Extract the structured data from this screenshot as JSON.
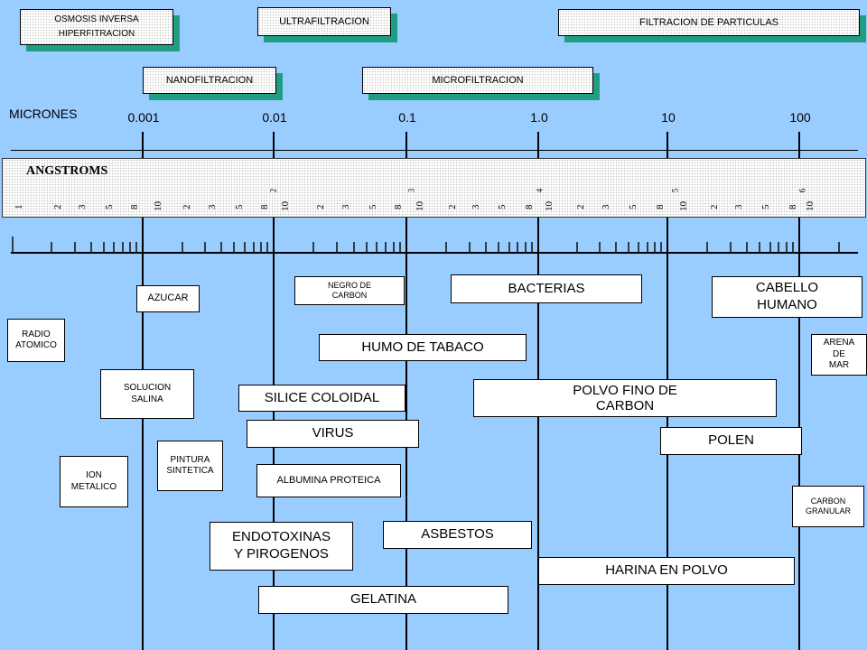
{
  "processes": {
    "osmosis_line1": "OSMOSIS INVERSA",
    "osmosis_line2": "HIPERFITRACION",
    "ultrafiltracion": "ULTRAFILTRACION",
    "filtracion_particulas": "FILTRACION DE PARTICULAS",
    "nanofiltracion": "NANOFILTRACION",
    "microfiltracion": "MICROFILTRACION"
  },
  "scale": {
    "micrones_label": "MICRONES",
    "micron_ticks": [
      "0.001",
      "0.01",
      "0.1",
      "1.0",
      "10",
      "100"
    ],
    "angstroms_label": "ANGSTROMS",
    "angstrom_digits": [
      "1",
      "2",
      "3",
      "5",
      "8",
      "10",
      "2",
      "3",
      "5",
      "8",
      "10",
      "2",
      "3",
      "5",
      "8",
      "10",
      "2",
      "3",
      "5",
      "8",
      "10",
      "2",
      "3",
      "5",
      "8",
      "10",
      "2",
      "3",
      "5",
      "8",
      "10"
    ],
    "angstrom_exponents": [
      "2",
      "3",
      "4",
      "5",
      "6"
    ]
  },
  "items": {
    "azucar": "AZUCAR",
    "negro_carbon_1": "NEGRO DE",
    "negro_carbon_2": "CARBON",
    "bacterias": "BACTERIAS",
    "cabello_1": "CABELLO",
    "cabello_2": "HUMANO",
    "radio_1": "RADIO",
    "radio_2": "ATOMICO",
    "humo": "HUMO DE TABACO",
    "arena_1": "ARENA",
    "arena_2": "DE",
    "arena_3": "MAR",
    "solucion_1": "SOLUCION",
    "solucion_2": "SALINA",
    "silice": "SILICE COLOIDAL",
    "polvo_1": "POLVO FINO DE",
    "polvo_2": "CARBON",
    "virus": "VIRUS",
    "polen": "POLEN",
    "pintura_1": "PINTURA",
    "pintura_2": "SINTETICA",
    "ion_1": "ION",
    "ion_2": "METALICO",
    "albumina": "ALBUMINA PROTEICA",
    "carbon_gran_1": "CARBON",
    "carbon_gran_2": "GRANULAR",
    "endotoxinas_1": "ENDOTOXINAS",
    "endotoxinas_2": "Y PIROGENOS",
    "asbestos": "ASBESTOS",
    "harina": "HARINA EN POLVO",
    "gelatina": "GELATINA"
  },
  "colors": {
    "background": "#99ccff",
    "shadow": "#1f9e84",
    "box": "#ffffff",
    "line": "#000000"
  }
}
